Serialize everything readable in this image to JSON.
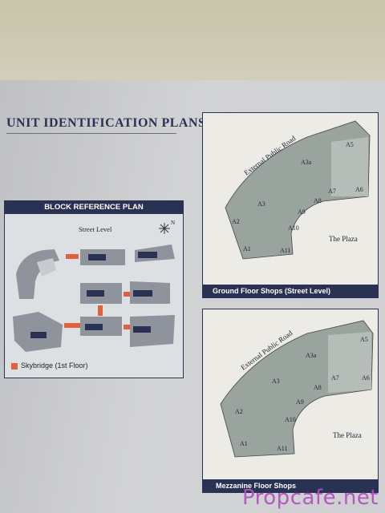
{
  "page_title": "UNIT IDENTIFICATION PLANS",
  "block_plan": {
    "heading": "BLOCK REFERENCE PLAN",
    "street_label": "Street Level",
    "north_label": "N",
    "legend_label": "Skybridge (1st Floor)",
    "skybridge_color": "#e0623c"
  },
  "ground_floor": {
    "road_label": "External Public Road",
    "plaza_label": "The Plaza",
    "units": [
      "A1",
      "A2",
      "A3",
      "A3a",
      "A5",
      "A6",
      "A7",
      "A8",
      "A9",
      "A10",
      "A11"
    ],
    "caption": "Ground Floor Shops (Street Level)"
  },
  "mezzanine_floor": {
    "road_label": "External Public Road",
    "plaza_label": "The Plaza",
    "units": [
      "A1",
      "A2",
      "A3",
      "A3a",
      "A5",
      "A6",
      "A7",
      "A8",
      "A9",
      "A10",
      "A11"
    ],
    "caption": "Mezzanine Floor Shops"
  },
  "watermark": "Propcafe.net"
}
